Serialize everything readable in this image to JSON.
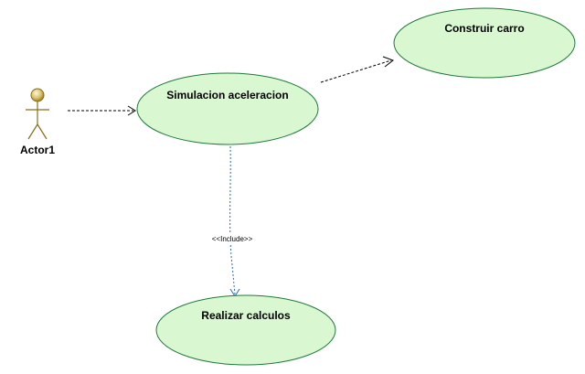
{
  "diagram": {
    "type": "use-case",
    "colors": {
      "usecase_fill": "#d9f7d1",
      "usecase_stroke": "#1f7a3a",
      "actor_head": "#d9c06a",
      "actor_stroke": "#8a6d1a",
      "association_line": "#000000",
      "include_line": "#2a6fae"
    },
    "actors": [
      {
        "id": "actor1",
        "label": "Actor1"
      }
    ],
    "use_cases": [
      {
        "id": "simulacion",
        "label": "Simulacion aceleracion"
      },
      {
        "id": "construir",
        "label": "Construir carro"
      },
      {
        "id": "realizar",
        "label": "Realizar calculos"
      }
    ],
    "relationships": [
      {
        "id": "actor-to-simulacion",
        "from": "actor1",
        "to": "simulacion",
        "kind": "association",
        "label": ""
      },
      {
        "id": "simulacion-to-construir",
        "from": "simulacion",
        "to": "construir",
        "kind": "association",
        "label": ""
      },
      {
        "id": "simulacion-includes-realizar",
        "from": "simulacion",
        "to": "realizar",
        "kind": "include",
        "label": "<<Include>>"
      }
    ]
  }
}
